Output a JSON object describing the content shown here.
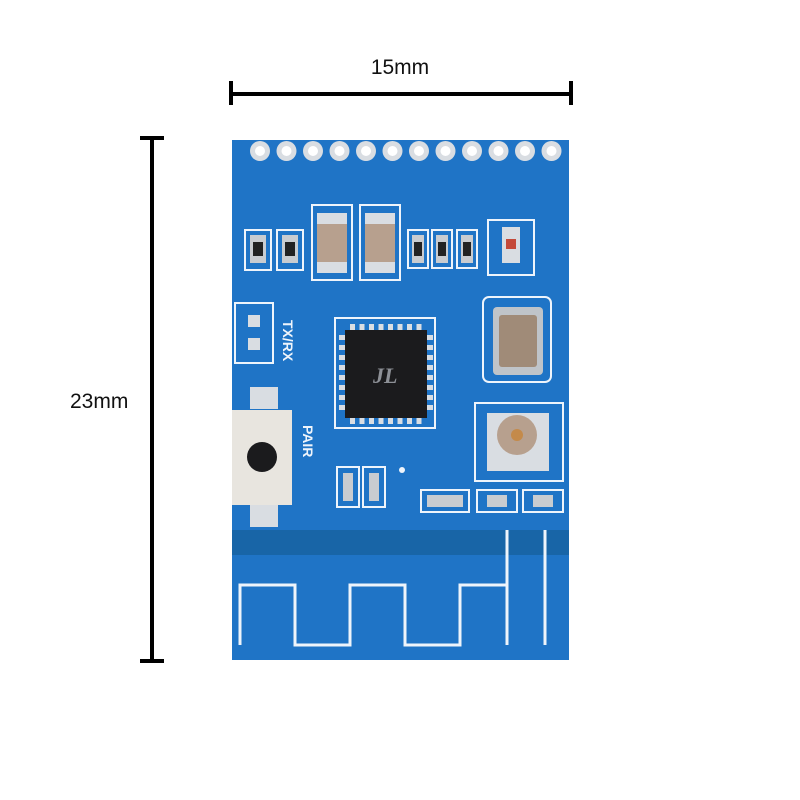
{
  "dimensions": {
    "width_label": "15mm",
    "height_label": "23mm"
  },
  "board": {
    "silkscreen_txrx": "TX/RX",
    "silkscreen_pair": "PAIR",
    "chip_logo": "JL"
  },
  "colors": {
    "pcb_blue": "#1f74c6",
    "silkscreen": "#eef4fb",
    "chip_black": "#1b1b1d",
    "pad_silver": "#d9dde2"
  }
}
